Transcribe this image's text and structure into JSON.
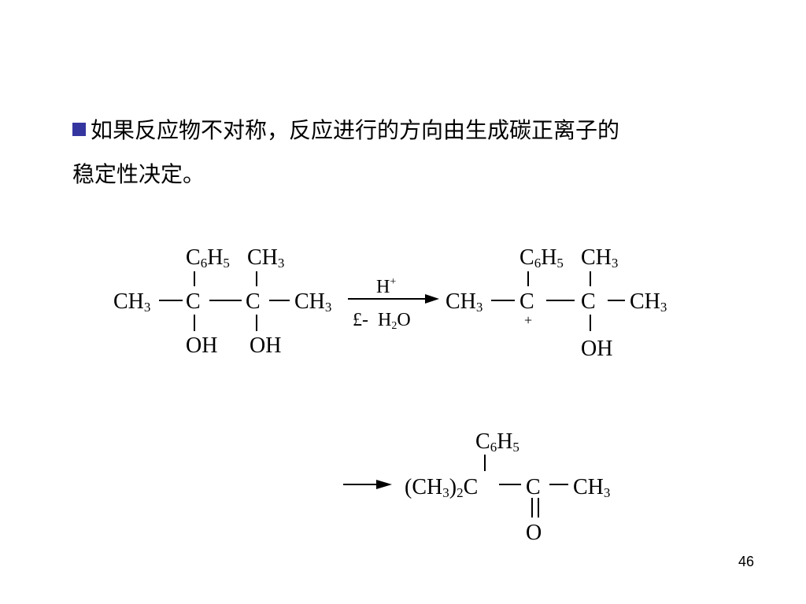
{
  "text": {
    "bullet_icon": "blue-square-bullet",
    "line1": "如果反应物不对称，反应进行的方向由生成碳正离子的",
    "line2": "稳定性决定。"
  },
  "reaction1": {
    "reactant": {
      "left_ch3": "CH3",
      "c1": "C",
      "c2": "C",
      "right_ch3": "CH3",
      "top1": "C6H5",
      "top2": "CH3",
      "bottom1": "OH",
      "bottom2": "OH"
    },
    "arrow": {
      "above": "H+",
      "below_prefix": "£-",
      "below": "H2O"
    },
    "product": {
      "left_ch3": "CH3",
      "c1": "C",
      "c2": "C",
      "right_ch3": "CH3",
      "top1": "C6H5",
      "top2": "CH3",
      "charge": "+",
      "bottom2": "OH"
    }
  },
  "reaction2": {
    "group": "(CH3)2C",
    "c": "C",
    "ch3": "CH3",
    "top": "C6H5",
    "oxygen": "O"
  },
  "page_number": "46",
  "colors": {
    "bullet": "#3535a0",
    "text": "#000000"
  }
}
